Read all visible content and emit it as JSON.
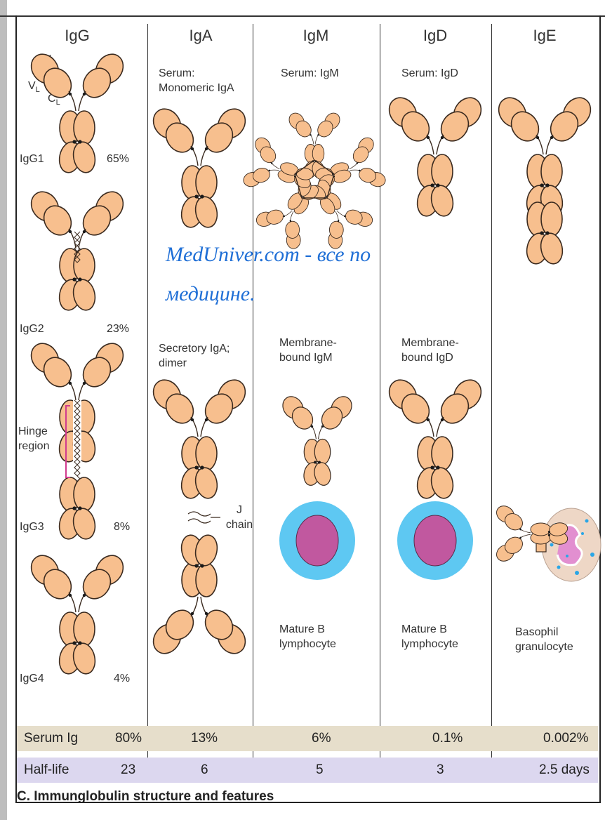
{
  "columns": [
    "IgG",
    "IgA",
    "IgM",
    "IgD",
    "IgE"
  ],
  "domain_labels": {
    "v": "V",
    "vl": "V",
    "vl_sub": "L",
    "cl": "C",
    "cl_sub": "L"
  },
  "igg": {
    "subclasses": [
      {
        "name": "IgG1",
        "pct": "65%"
      },
      {
        "name": "IgG2",
        "pct": "23%"
      },
      {
        "name": "IgG3",
        "pct": "8%"
      },
      {
        "name": "IgG4",
        "pct": "4%"
      }
    ],
    "hinge_label": "Hinge region"
  },
  "iga": {
    "serum": "Serum: Monomeric IgA",
    "secretory": "Secretory IgA; dimer",
    "j_chain": "J chain"
  },
  "igm": {
    "serum": "Serum: IgM",
    "membrane": "Membrane-bound IgM",
    "cell": "Mature B lymphocyte"
  },
  "igd": {
    "serum": "Serum: IgD",
    "membrane": "Membrane-bound IgD",
    "cell": "Mature B lymphocyte"
  },
  "ige": {
    "cell": "Basophil granulocyte"
  },
  "watermark": {
    "line1": "MedUniver.com - все по",
    "line2": "медицине."
  },
  "table": {
    "serum_label": "Serum Ig",
    "serum_values": [
      "80%",
      "13%",
      "6%",
      "0.1%",
      "0.002%"
    ],
    "halflife_label": "Half-life",
    "halflife_values": [
      "23",
      "6",
      "5",
      "3",
      "2.5 days"
    ]
  },
  "caption": "C. Immunglobulin structure and features",
  "colors": {
    "domain_fill": "#f7bf8e",
    "domain_stroke": "#3a2a1f",
    "cell_outer": "#5ec8f2",
    "cell_inner": "#c1589f",
    "serum_row": "#e6decb",
    "halflife_row": "#dcd7ef",
    "hinge_bracket": "#d13c8f",
    "watermark": "#1f6fd6"
  }
}
